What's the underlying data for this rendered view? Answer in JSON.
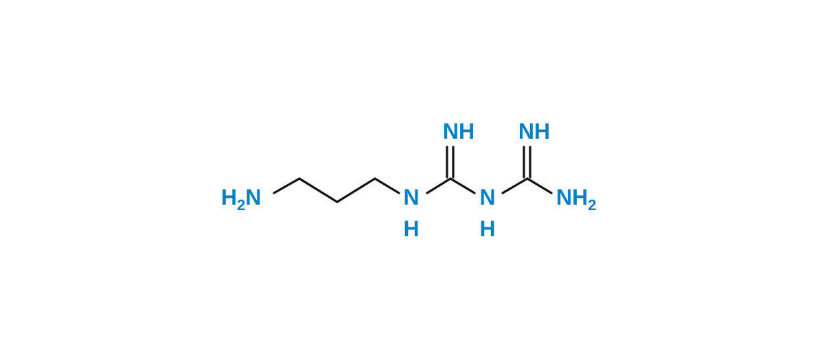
{
  "colors": {
    "heteroatom": "#0a80c4",
    "bond": "#111111",
    "background": "#ffffff"
  },
  "atoms": {
    "amine_terminal": {
      "main": "H",
      "sub": "2",
      "tail": "N"
    },
    "n_secondary_1": {
      "main": "N",
      "h": "H"
    },
    "imine_1": "NH",
    "n_secondary_2": {
      "main": "N",
      "h": "H"
    },
    "imine_2": "NH",
    "amine_end": {
      "main": "NH",
      "sub": "2"
    }
  }
}
